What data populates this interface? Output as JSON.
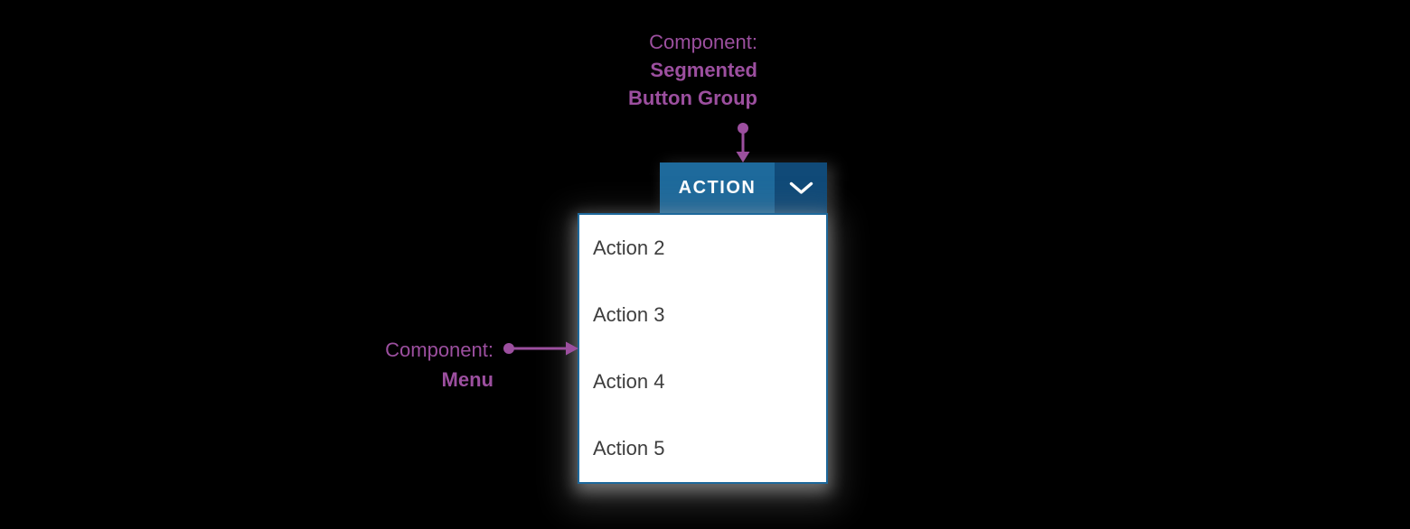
{
  "background": "#000000",
  "annotations": {
    "color": "#9c4f9f",
    "top": {
      "prefix": "Component:",
      "name_line1": "Segmented",
      "name_line2": "Button Group"
    },
    "left": {
      "prefix": "Component:",
      "name": "Menu"
    }
  },
  "button_group": {
    "action_label": "ACTION",
    "chevron_icon": "chevron-down",
    "colors": {
      "primary": "#1e6a9c",
      "toggle": "#104a78",
      "label": "#ffffff"
    }
  },
  "menu": {
    "items": [
      "Action 2",
      "Action 3",
      "Action 4",
      "Action 5"
    ],
    "colors": {
      "background": "#ffffff",
      "border": "#1d689b",
      "text": "#3d3d3d"
    }
  }
}
